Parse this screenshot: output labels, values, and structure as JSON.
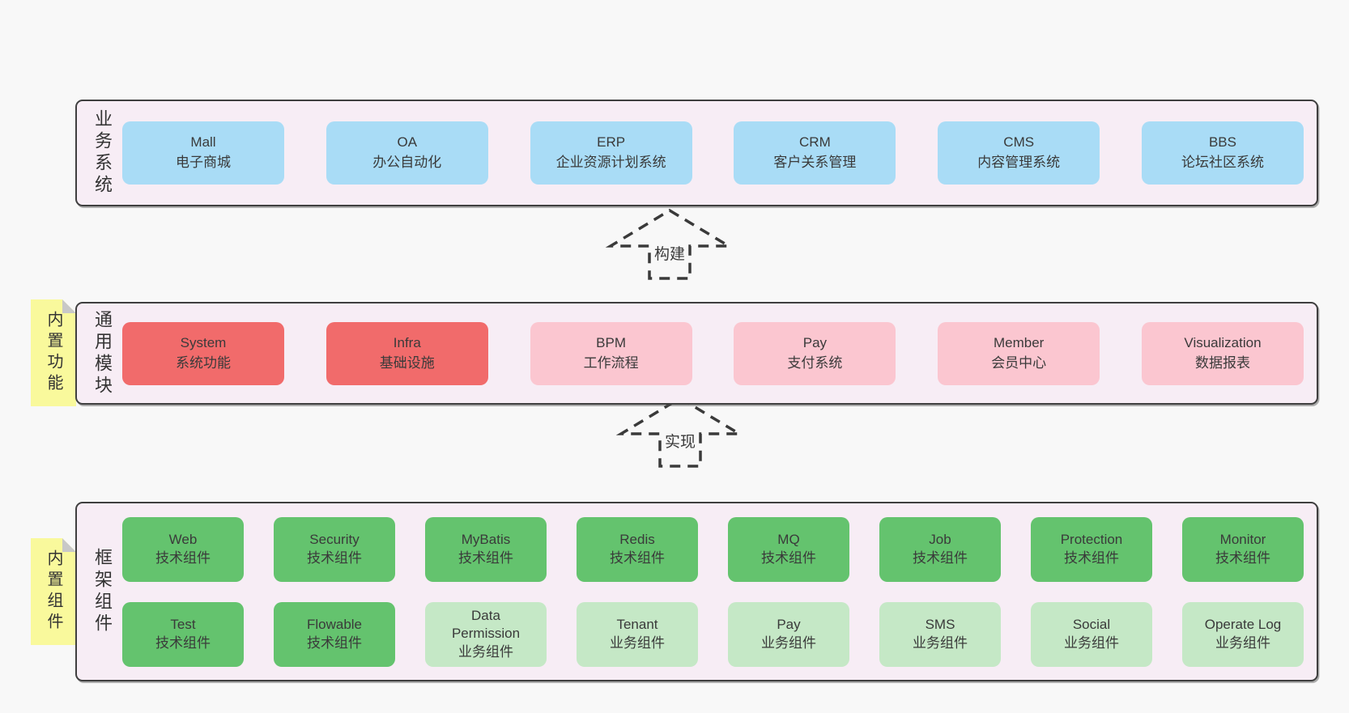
{
  "colors": {
    "page_bg": "#f8f8f8",
    "band_bg": "#f7edf5",
    "band_border": "#3f3f3f",
    "box_blue": "#a9dcf6",
    "box_red": "#f16b6b",
    "box_pink": "#fbc6d0",
    "box_green": "#64c36e",
    "box_light_green": "#c5e8c6",
    "note_yellow": "#f9f99c",
    "note_fold_gray": "#c8c8c8",
    "text": "#3a3a3a"
  },
  "arrows": [
    {
      "label": "构建"
    },
    {
      "label": "实现"
    }
  ],
  "bands": [
    {
      "label": "业务系统",
      "boxes": [
        {
          "title": "Mall",
          "subtitle": "电子商城",
          "variant": "blue"
        },
        {
          "title": "OA",
          "subtitle": "办公自动化",
          "variant": "blue"
        },
        {
          "title": "ERP",
          "subtitle": "企业资源计划系统",
          "variant": "blue"
        },
        {
          "title": "CRM",
          "subtitle": "客户关系管理",
          "variant": "blue"
        },
        {
          "title": "CMS",
          "subtitle": "内容管理系统",
          "variant": "blue"
        },
        {
          "title": "BBS",
          "subtitle": "论坛社区系统",
          "variant": "blue"
        }
      ]
    },
    {
      "label": "通用模块",
      "note": "内置功能",
      "boxes": [
        {
          "title": "System",
          "subtitle": "系统功能",
          "variant": "red"
        },
        {
          "title": "Infra",
          "subtitle": "基础设施",
          "variant": "red"
        },
        {
          "title": "BPM",
          "subtitle": "工作流程",
          "variant": "pink"
        },
        {
          "title": "Pay",
          "subtitle": "支付系统",
          "variant": "pink"
        },
        {
          "title": "Member",
          "subtitle": "会员中心",
          "variant": "pink"
        },
        {
          "title": "Visualization",
          "subtitle": "数据报表",
          "variant": "pink"
        }
      ]
    },
    {
      "label": "框架组件",
      "note": "内置组件",
      "rows": [
        [
          {
            "title": "Web",
            "subtitle": "技术组件",
            "variant": "green"
          },
          {
            "title": "Security",
            "subtitle": "技术组件",
            "variant": "green"
          },
          {
            "title": "MyBatis",
            "subtitle": "技术组件",
            "variant": "green"
          },
          {
            "title": "Redis",
            "subtitle": "技术组件",
            "variant": "green"
          },
          {
            "title": "MQ",
            "subtitle": "技术组件",
            "variant": "green"
          },
          {
            "title": "Job",
            "subtitle": "技术组件",
            "variant": "green"
          },
          {
            "title": "Protection",
            "subtitle": "技术组件",
            "variant": "green"
          },
          {
            "title": "Monitor",
            "subtitle": "技术组件",
            "variant": "green"
          }
        ],
        [
          {
            "title": "Test",
            "subtitle": "技术组件",
            "variant": "green"
          },
          {
            "title": "Flowable",
            "subtitle": "技术组件",
            "variant": "green"
          },
          {
            "title": "Data Permission",
            "subtitle": "业务组件",
            "variant": "lightgreen"
          },
          {
            "title": "Tenant",
            "subtitle": "业务组件",
            "variant": "lightgreen"
          },
          {
            "title": "Pay",
            "subtitle": "业务组件",
            "variant": "lightgreen"
          },
          {
            "title": "SMS",
            "subtitle": "业务组件",
            "variant": "lightgreen"
          },
          {
            "title": "Social",
            "subtitle": "业务组件",
            "variant": "lightgreen"
          },
          {
            "title": "Operate Log",
            "subtitle": "业务组件",
            "variant": "lightgreen"
          }
        ]
      ]
    }
  ]
}
